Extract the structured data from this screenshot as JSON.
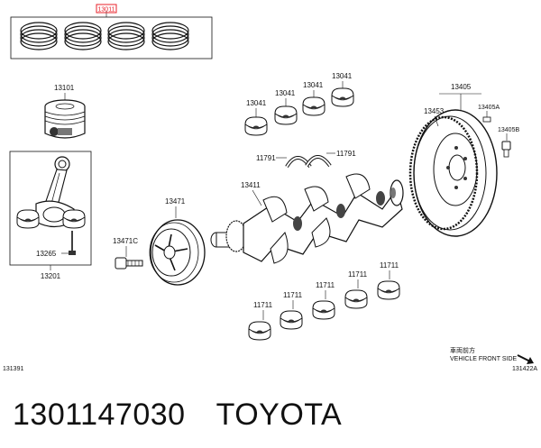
{
  "diagram": {
    "labels": {
      "piston_ring_set": "13011",
      "piston": "13101",
      "connecting_rod_assy": "13201",
      "rod_bolt": "13265",
      "pulley": "13471",
      "pulley_bolt": "13471C",
      "crankshaft": "13411",
      "thrust_washer_left": "11791",
      "thrust_washer_right": "11791",
      "rod_bearing_1": "13041",
      "rod_bearing_2": "13041",
      "rod_bearing_3": "13041",
      "rod_bearing_4": "13041",
      "flywheel_assy": "13405",
      "ring_gear": "13453",
      "flywheel_pin": "13405A",
      "flywheel_bolt": "13405B",
      "main_bearing_1": "11711",
      "main_bearing_2": "11711",
      "main_bearing_3": "11711",
      "main_bearing_4": "11711",
      "main_bearing_5": "11711"
    },
    "direction_jp": "車両前方",
    "direction_en": "VEHICLE FRONT SIDE",
    "figure_left_code": "131391",
    "figure_right_code": "131422A"
  },
  "footer": {
    "part_number": "1301147030",
    "brand": "TOYOTA"
  },
  "colors": {
    "highlight": "#e8202a",
    "ink": "#111111"
  }
}
